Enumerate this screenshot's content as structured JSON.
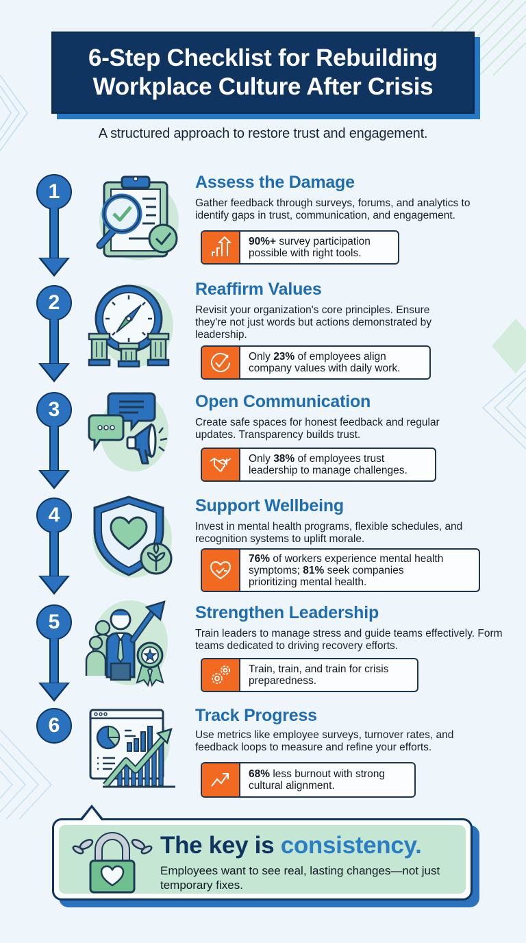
{
  "header": {
    "title_line1": "6-Step Checklist for Rebuilding",
    "title_line2": "Workplace Culture After Crisis",
    "subtitle": "A structured approach to restore trust and engagement."
  },
  "colors": {
    "background": "#eef5fb",
    "title_bg": "#0f3460",
    "accent_blue": "#2a72bd",
    "heading_blue": "#1f6db0",
    "stat_orange": "#f26a21",
    "green_light": "#c4e6d2"
  },
  "steps": [
    {
      "number": "1",
      "title": "Assess the Damage",
      "description": "Gather feedback through surveys, forums, and analytics to identify gaps in trust, communication, and engagement.",
      "illustration": "clipboard-magnifier-check-icon",
      "stat_icon": "bar-arrow-up-icon",
      "stat_bold": "90%+",
      "stat_line1_rest": " survey participation",
      "stat_line2": "possible with right tools."
    },
    {
      "number": "2",
      "title": "Reaffirm Values",
      "description": "Revisit your organization's core principles. Ensure they're not just words but actions demonstrated by leadership.",
      "illustration": "compass-pillars-icon",
      "stat_icon": "check-circle-icon",
      "stat_pre": "Only ",
      "stat_bold": "23%",
      "stat_line1_rest": " of employees align",
      "stat_line2": "company values with daily work."
    },
    {
      "number": "3",
      "title": "Open Communication",
      "description": "Create safe spaces for honest feedback and regular updates. Transparency builds trust.",
      "illustration": "chat-bubbles-megaphone-icon",
      "stat_icon": "handshake-icon",
      "stat_pre": "Only ",
      "stat_bold": "38%",
      "stat_line1_rest": " of employees trust",
      "stat_line2": "leadership to manage challenges."
    },
    {
      "number": "4",
      "title": "Support Wellbeing",
      "description": "Invest in mental health programs, flexible schedules, and recognition systems to uplift morale.",
      "illustration": "shield-heart-sprout-icon",
      "stat_icon": "heart-check-icon",
      "stat_bold": "76%",
      "stat_line1_rest": " of workers experience mental health",
      "stat_line2_pre": "symptoms; ",
      "stat_bold2": "81%",
      "stat_line2_rest": " seek companies",
      "stat_line3": "prioritizing mental health."
    },
    {
      "number": "5",
      "title": "Strengthen Leadership",
      "description": "Train leaders to manage stress and guide teams effectively. Form teams dedicated to driving recovery efforts.",
      "illustration": "leader-team-award-arrow-icon",
      "stat_icon": "gears-icon",
      "stat_line1": "Train, train, and train for crisis",
      "stat_line2": "preparedness."
    },
    {
      "number": "6",
      "title": "Track Progress",
      "description": "Use metrics like employee surveys, turnover rates, and feedback loops to measure and refine your efforts.",
      "illustration": "dashboard-chart-trend-icon",
      "stat_icon": "trend-up-icon",
      "stat_bold": "68%",
      "stat_line1_rest": " less burnout with strong",
      "stat_line2": "cultural alignment."
    }
  ],
  "callout": {
    "heading_pre": "The key is ",
    "heading_accent": "consistency.",
    "body": "Employees want to see real, lasting changes—not just temporary fixes.",
    "icon": "padlock-heart-chain-icon"
  }
}
